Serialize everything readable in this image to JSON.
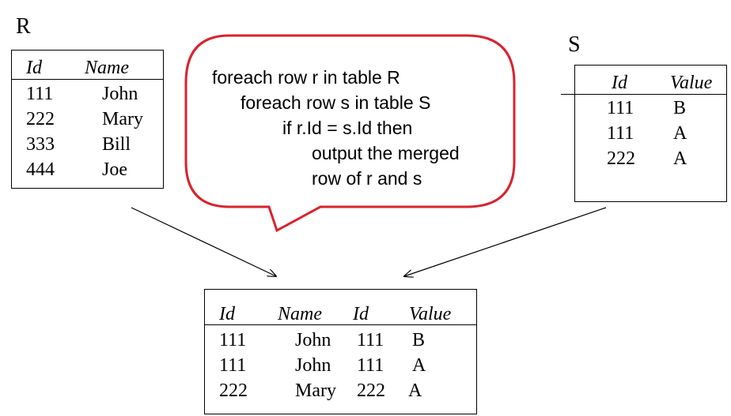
{
  "table_r": {
    "title": "R",
    "headers": [
      "Id",
      "Name"
    ],
    "rows": [
      [
        "111",
        "John"
      ],
      [
        "222",
        "Mary"
      ],
      [
        "333",
        "Bill"
      ],
      [
        "444",
        "Joe"
      ]
    ]
  },
  "table_s": {
    "title": "S",
    "headers": [
      "Id",
      "Value"
    ],
    "rows": [
      [
        "111",
        "B"
      ],
      [
        "111",
        "A"
      ],
      [
        "222",
        "A"
      ]
    ]
  },
  "callout": {
    "lines": [
      "foreach row r in table R",
      "foreach row s in table S",
      "if r.Id = s.Id then",
      "output the merged",
      "row of r and s"
    ],
    "border_color": "#d9232d"
  },
  "table_result": {
    "headers": [
      "Id",
      "Name",
      "Id",
      "Value"
    ],
    "rows": [
      [
        "111",
        "John",
        "111",
        "B"
      ],
      [
        "111",
        "John",
        "111",
        "A"
      ],
      [
        "222",
        "Mary",
        "222",
        "A"
      ]
    ]
  }
}
